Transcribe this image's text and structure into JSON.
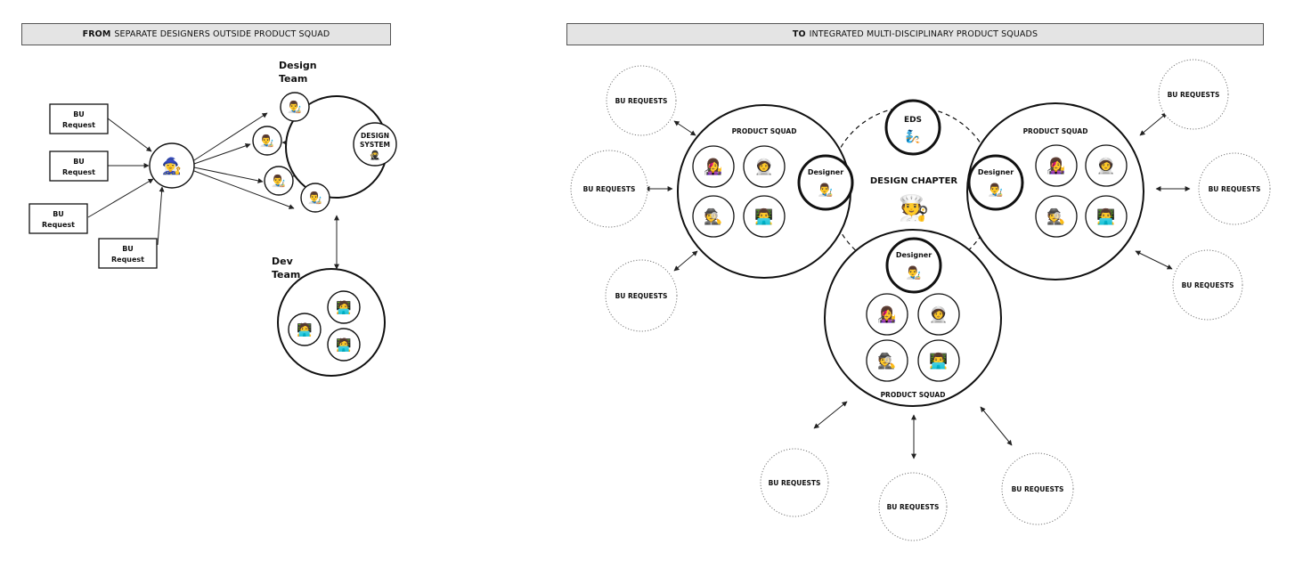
{
  "left": {
    "header": {
      "bold": "FROM",
      "rest": "SEPARATE DESIGNERS OUTSIDE PRODUCT SQUAD"
    },
    "design_team_label": [
      "Design",
      "Team"
    ],
    "dev_team_label": [
      "Dev",
      "Team"
    ],
    "design_system_label": [
      "DESIGN",
      "SYSTEM"
    ],
    "bu_request_label": [
      "BU",
      "Request"
    ]
  },
  "right": {
    "header": {
      "bold": "TO",
      "rest": "INTEGRATED MULTI-DISCIPLINARY PRODUCT SQUADS"
    },
    "product_squad_label": "PRODUCT SQUAD",
    "designer_label": "Designer",
    "eds_label": "EDS",
    "design_chapter_label": "DESIGN CHAPTER",
    "bu_requests_label": "BU REQUESTS"
  },
  "icons": {
    "designer": "👨‍🎨",
    "requester": "🧙‍♀️",
    "design_system": "🥷",
    "dev": "🧑‍💻",
    "eds": "🧞",
    "chapter_lead": "🧑‍🍳",
    "squad_members": [
      "👩‍🎤",
      "🧑‍🚀",
      "🕵️",
      "👨‍💻"
    ]
  }
}
